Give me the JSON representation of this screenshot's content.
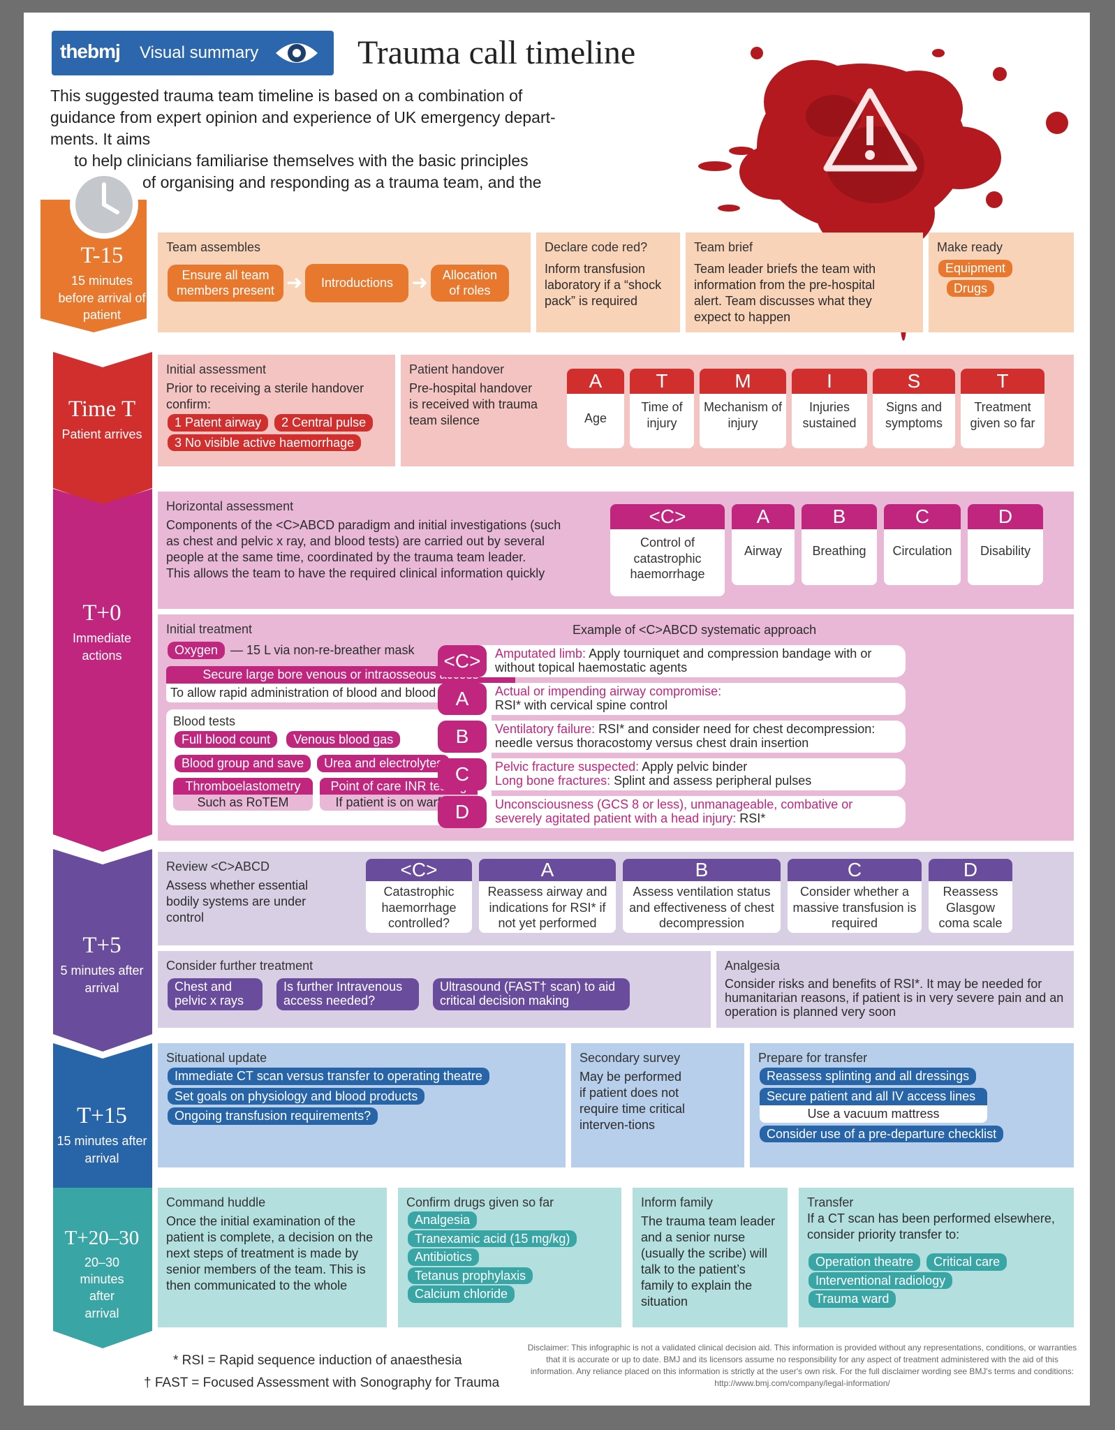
{
  "header": {
    "brand": "thebmj",
    "brand_sub": "Visual summary",
    "title": "Trauma call timeline",
    "intro_1": "This suggested trauma team timeline is based on a combination of",
    "intro_2": "guidance from expert opinion and experience of UK emergency depart-",
    "intro_3": "ments. It aims",
    "intro_4": "to help clinicians familiarise themselves with the basic principles",
    "intro_5": "of organising and responding as a trauma team, and the"
  },
  "colors": {
    "orange": "#e9782f",
    "red": "#d12e2e",
    "magenta": "#c0267e",
    "purple": "#6a4c9c",
    "blue": "#2764a8",
    "teal": "#3aa5a5"
  },
  "t15": {
    "label": "T-15",
    "sub": "15 minutes before arrival of patient",
    "team_title": "Team assembles",
    "steps": [
      "Ensure all team members present",
      "Introductions",
      "Allocation of roles"
    ],
    "code_title": "Declare code red?",
    "code_text": "Inform transfusion laboratory if a “shock pack” is required",
    "brief_title": "Team brief",
    "brief_text": "Team leader briefs the team with information from the pre-hospital alert. Team discusses what they expect to happen",
    "ready_title": "Make ready",
    "ready_items": [
      "Equipment",
      "Drugs"
    ]
  },
  "tt": {
    "label": "Time T",
    "sub": "Patient arrives",
    "init_title": "Initial assessment",
    "init_text": "Prior to receiving a sterile handover confirm:",
    "init_items": [
      "1 Patent airway",
      "2 Central pulse",
      "3 No visible active haemorrhage"
    ],
    "handover_title": "Patient handover",
    "handover_text": "Pre-hospital handover is received with trauma team silence",
    "atmist": [
      {
        "letter": "A",
        "text": "Age"
      },
      {
        "letter": "T",
        "text": "Time of injury"
      },
      {
        "letter": "M",
        "text": "Mechanism of injury"
      },
      {
        "letter": "I",
        "text": "Injuries sustained"
      },
      {
        "letter": "S",
        "text": "Signs and symptoms"
      },
      {
        "letter": "T",
        "text": "Treatment given so far"
      }
    ]
  },
  "t0": {
    "label": "T+0",
    "sub": "Immediate actions",
    "horiz_title": "Horizontal assessment",
    "horiz_text": "Components of the <C>ABCD paradigm and initial investigations (such as chest and pelvic x ray, and blood tests) are carried out by several people at the same time, coordinated by the trauma team leader.",
    "horiz_text2": "This allows the team to have the required clinical information quickly",
    "cabcd": [
      {
        "letter": "<C>",
        "text": "Control of catastrophic haemorrhage"
      },
      {
        "letter": "A",
        "text": "Airway"
      },
      {
        "letter": "B",
        "text": "Breathing"
      },
      {
        "letter": "C",
        "text": "Circulation"
      },
      {
        "letter": "D",
        "text": "Disability"
      }
    ],
    "treat_title": "Initial treatment",
    "oxygen": "Oxygen",
    "oxygen_text": "— 15 L via non-re-breather mask",
    "access_title": "Secure large bore venous or intraosseous access",
    "access_text": "To allow rapid administration of blood and blood products",
    "blood_title": "Blood tests",
    "blood_tests": [
      "Full blood count",
      "Venous blood gas",
      "Blood group and save",
      "Urea and electrolytes"
    ],
    "teg": "Thromboelastometry",
    "teg_sub": "Such as RoTEM",
    "inr": "Point of care INR testing",
    "inr_sub": "If patient is on warfarin",
    "example_title": "Example of <C>ABCD systematic approach",
    "approach": [
      {
        "letter": "<C>",
        "hl": "Amputated limb:",
        "text": " Apply tourniquet and compression bandage with or without topical haemostatic agents"
      },
      {
        "letter": "A",
        "hl": "Actual or impending airway compromise:",
        "text": " RSI* with cervical spine control"
      },
      {
        "letter": "B",
        "hl": "Ventilatory failure:",
        "text": " RSI* and consider need for chest decompression: needle versus thoracostomy versus chest drain insertion"
      },
      {
        "letter": "C",
        "hl": "Pelvic fracture suspected:",
        "text": " Apply pelvic binder",
        "hl2": "Long bone fractures:",
        "text2": " Splint and assess peripheral pulses"
      },
      {
        "letter": "D",
        "hl": "Unconsciousness (GCS 8 or less), unmanageable, combative or severely agitated patient with a head injury:",
        "text": " RSI*"
      }
    ]
  },
  "t5": {
    "label": "T+5",
    "sub": "5 minutes after arrival",
    "review_title": "Review <C>ABCD",
    "review_text": "Assess whether essential bodily systems are under control",
    "cards": [
      {
        "letter": "<C>",
        "text": "Catastrophic haemorrhage controlled?"
      },
      {
        "letter": "A",
        "text": "Reassess airway and indications for RSI* if not yet performed"
      },
      {
        "letter": "B",
        "text": "Assess ventilation status and effectiveness of chest decompression"
      },
      {
        "letter": "C",
        "text": "Consider whether a massive transfusion is required"
      },
      {
        "letter": "D",
        "text": "Reassess Glasgow coma scale"
      }
    ],
    "further_title": "Consider further treatment",
    "further_items": [
      "Chest and pelvic x rays",
      "Is further Intravenous access needed?",
      "Ultrasound (FAST† scan) to aid critical decision making"
    ],
    "analgesia_title": "Analgesia",
    "analgesia_text": "Consider risks and benefits of RSI*. It may be needed for humanitarian reasons, if patient is in very severe pain and an operation is planned very soon"
  },
  "t15b": {
    "label": "T+15",
    "sub": "15 minutes after arrival",
    "sit_title": "Situational update",
    "sit_items": [
      "Immediate CT scan versus transfer to operating theatre",
      "Set goals on physiology and blood products",
      "Ongoing transfusion requirements?"
    ],
    "sec_title": "Secondary survey",
    "sec_text": "May be performed if patient does not require time critical interven-tions",
    "prep_title": "Prepare for transfer",
    "prep_items": [
      "Reassess splinting and all dressings",
      "Secure patient and all IV access lines"
    ],
    "prep_sub": "Use a vacuum mattress",
    "prep_last": "Consider use of a pre-departure checklist"
  },
  "t20": {
    "label": "T+20–30",
    "sub": "20–30 minutes after arrival",
    "cmd_title": "Command huddle",
    "cmd_text": "Once the initial examination of the patient is complete, a decision on the next steps of treatment is made by senior members of the team. This is then communicated to the whole",
    "drugs_title": "Confirm drugs given so far",
    "drugs": [
      "Analgesia",
      "Tranexamic acid (15 mg/kg)",
      "Antibiotics",
      "Tetanus prophylaxis",
      "Calcium chloride"
    ],
    "family_title": "Inform family",
    "family_text": "The trauma team leader and a senior nurse (usually the scribe) will talk to the patient’s family to explain the situation",
    "transfer_title": "Transfer",
    "transfer_text": "If a CT scan has been performed elsewhere, consider priority transfer to:",
    "transfer_items": [
      "Operation theatre",
      "Critical care",
      "Interventional radiology",
      "Trauma ward"
    ]
  },
  "footer": {
    "rsi": "* RSI = Rapid sequence induction of anaesthesia",
    "fast": "† FAST = Focused Assessment with Sonography for Trauma",
    "disclaimer": "Disclaimer: This infographic is not a validated clinical decision aid. This information is provided without any representations, conditions, or warranties that it is accurate or up to date. BMJ and its licensors assume no responsibility for any aspect of treatment administered with the aid of this information. Any reliance placed on this information is strictly at the user's own risk. For the full disclaimer wording see BMJ's terms and conditions: http://www.bmj.com/company/legal-information/"
  }
}
